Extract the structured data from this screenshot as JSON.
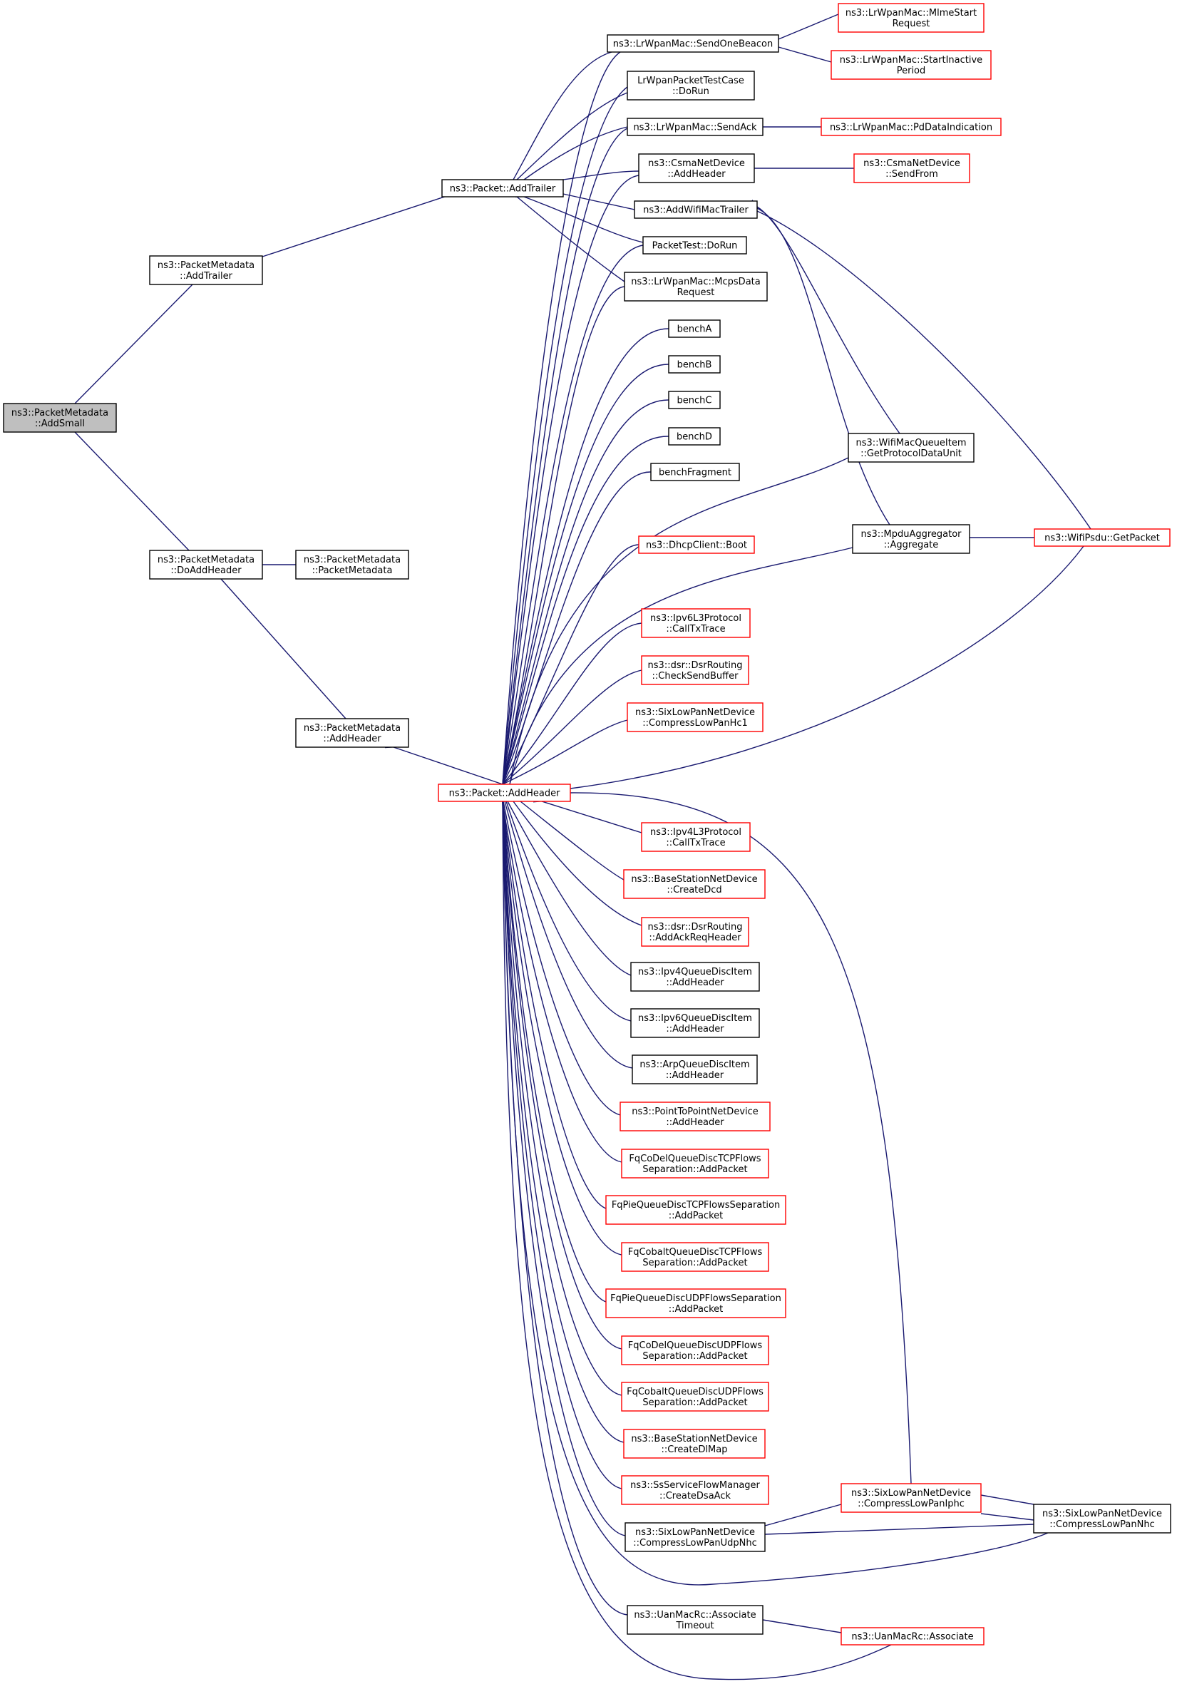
{
  "diagram": {
    "nodes": [
      {
        "id": "addsmall",
        "lines": [
          "ns3::PacketMetadata",
          "::AddSmall"
        ],
        "style": "root"
      },
      {
        "id": "pm_addtrailer",
        "lines": [
          "ns3::PacketMetadata",
          "::AddTrailer"
        ],
        "style": "black"
      },
      {
        "id": "pm_doaddheader",
        "lines": [
          "ns3::PacketMetadata",
          "::DoAddHeader"
        ],
        "style": "black"
      },
      {
        "id": "pm_packetmetadata",
        "lines": [
          "ns3::PacketMetadata",
          "::PacketMetadata"
        ],
        "style": "black"
      },
      {
        "id": "pm_addheader",
        "lines": [
          "ns3::PacketMetadata",
          "::AddHeader"
        ],
        "style": "black"
      },
      {
        "id": "packet_addtrailer",
        "lines": [
          "ns3::Packet::AddTrailer"
        ],
        "style": "black"
      },
      {
        "id": "packet_addheader",
        "lines": [
          "ns3::Packet::AddHeader"
        ],
        "style": "red"
      },
      {
        "id": "sendonebeacon",
        "lines": [
          "ns3::LrWpanMac::SendOneBeacon"
        ],
        "style": "black"
      },
      {
        "id": "lrwpantest",
        "lines": [
          "LrWpanPacketTestCase",
          "::DoRun"
        ],
        "style": "black"
      },
      {
        "id": "sendack",
        "lines": [
          "ns3::LrWpanMac::SendAck"
        ],
        "style": "black"
      },
      {
        "id": "csma_addheader",
        "lines": [
          "ns3::CsmaNetDevice",
          "::AddHeader"
        ],
        "style": "black"
      },
      {
        "id": "addwifimactrailer",
        "lines": [
          "ns3::AddWifiMacTrailer"
        ],
        "style": "black"
      },
      {
        "id": "packettest",
        "lines": [
          "PacketTest::DoRun"
        ],
        "style": "black"
      },
      {
        "id": "mcpsdata",
        "lines": [
          "ns3::LrWpanMac::McpsData",
          "Request"
        ],
        "style": "black"
      },
      {
        "id": "bencha",
        "lines": [
          "benchA"
        ],
        "style": "black"
      },
      {
        "id": "benchb",
        "lines": [
          "benchB"
        ],
        "style": "black"
      },
      {
        "id": "benchc",
        "lines": [
          "benchC"
        ],
        "style": "black"
      },
      {
        "id": "benchd",
        "lines": [
          "benchD"
        ],
        "style": "black"
      },
      {
        "id": "benchfragment",
        "lines": [
          "benchFragment"
        ],
        "style": "black"
      },
      {
        "id": "dhcpboot",
        "lines": [
          "ns3::DhcpClient::Boot"
        ],
        "style": "red"
      },
      {
        "id": "ipv6calltx",
        "lines": [
          "ns3::Ipv6L3Protocol",
          "::CallTxTrace"
        ],
        "style": "red"
      },
      {
        "id": "dsrcheck",
        "lines": [
          "ns3::dsr::DsrRouting",
          "::CheckSendBuffer"
        ],
        "style": "red"
      },
      {
        "id": "sixhc1",
        "lines": [
          "ns3::SixLowPanNetDevice",
          "::CompressLowPanHc1"
        ],
        "style": "red"
      },
      {
        "id": "ipv4calltx",
        "lines": [
          "ns3::Ipv4L3Protocol",
          "::CallTxTrace"
        ],
        "style": "red"
      },
      {
        "id": "bsdcd",
        "lines": [
          "ns3::BaseStationNetDevice",
          "::CreateDcd"
        ],
        "style": "red"
      },
      {
        "id": "dsrackreq",
        "lines": [
          "ns3::dsr::DsrRouting",
          "::AddAckReqHeader"
        ],
        "style": "red"
      },
      {
        "id": "ipv4qdi",
        "lines": [
          "ns3::Ipv4QueueDiscItem",
          "::AddHeader"
        ],
        "style": "black"
      },
      {
        "id": "ipv6qdi",
        "lines": [
          "ns3::Ipv6QueueDiscItem",
          "::AddHeader"
        ],
        "style": "black"
      },
      {
        "id": "arpqdi",
        "lines": [
          "ns3::ArpQueueDiscItem",
          "::AddHeader"
        ],
        "style": "black"
      },
      {
        "id": "p2p_addheader",
        "lines": [
          "ns3::PointToPointNetDevice",
          "::AddHeader"
        ],
        "style": "red"
      },
      {
        "id": "fqcodeltcp",
        "lines": [
          "FqCoDelQueueDiscTCPFlows",
          "Separation::AddPacket"
        ],
        "style": "red"
      },
      {
        "id": "fqpietcp",
        "lines": [
          "FqPieQueueDiscTCPFlowsSeparation",
          "::AddPacket"
        ],
        "style": "red"
      },
      {
        "id": "fqcobalttcp",
        "lines": [
          "FqCobaltQueueDiscTCPFlows",
          "Separation::AddPacket"
        ],
        "style": "red"
      },
      {
        "id": "fqpieudp",
        "lines": [
          "FqPieQueueDiscUDPFlowsSeparation",
          "::AddPacket"
        ],
        "style": "red"
      },
      {
        "id": "fqcodeludp",
        "lines": [
          "FqCoDelQueueDiscUDPFlows",
          "Separation::AddPacket"
        ],
        "style": "red"
      },
      {
        "id": "fqcobaltudp",
        "lines": [
          "FqCobaltQueueDiscUDPFlows",
          "Separation::AddPacket"
        ],
        "style": "red"
      },
      {
        "id": "bsdlmap",
        "lines": [
          "ns3::BaseStationNetDevice",
          "::CreateDlMap"
        ],
        "style": "red"
      },
      {
        "id": "ssdsaack",
        "lines": [
          "ns3::SsServiceFlowManager",
          "::CreateDsaAck"
        ],
        "style": "red"
      },
      {
        "id": "sixudpnhc",
        "lines": [
          "ns3::SixLowPanNetDevice",
          "::CompressLowPanUdpNhc"
        ],
        "style": "black"
      },
      {
        "id": "uanassoctimeout",
        "lines": [
          "ns3::UanMacRc::Associate",
          "Timeout"
        ],
        "style": "black"
      },
      {
        "id": "mlmestart",
        "lines": [
          "ns3::LrWpanMac::MlmeStart",
          "Request"
        ],
        "style": "red"
      },
      {
        "id": "startinactive",
        "lines": [
          "ns3::LrWpanMac::StartInactive",
          "Period"
        ],
        "style": "red"
      },
      {
        "id": "pddataind",
        "lines": [
          "ns3::LrWpanMac::PdDataIndication"
        ],
        "style": "red"
      },
      {
        "id": "csmasendfrom",
        "lines": [
          "ns3::CsmaNetDevice",
          "::SendFrom"
        ],
        "style": "red"
      },
      {
        "id": "wifimacqi",
        "lines": [
          "ns3::WifiMacQueueItem",
          "::GetProtocolDataUnit"
        ],
        "style": "black"
      },
      {
        "id": "mpduagg",
        "lines": [
          "ns3::MpduAggregator",
          "::Aggregate"
        ],
        "style": "black"
      },
      {
        "id": "sixiphc",
        "lines": [
          "ns3::SixLowPanNetDevice",
          "::CompressLowPanIphc"
        ],
        "style": "red"
      },
      {
        "id": "uanassociate",
        "lines": [
          "ns3::UanMacRc::Associate"
        ],
        "style": "red"
      },
      {
        "id": "wifipsdu",
        "lines": [
          "ns3::WifiPsdu::GetPacket"
        ],
        "style": "red"
      },
      {
        "id": "sixnhc",
        "lines": [
          "ns3::SixLowPanNetDevice",
          "::CompressLowPanNhc"
        ],
        "style": "black"
      }
    ]
  }
}
